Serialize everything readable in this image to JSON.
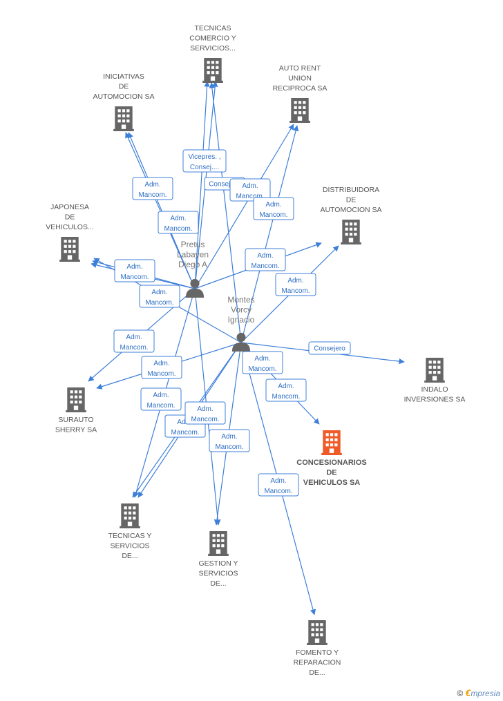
{
  "companies": [
    {
      "id": "tecnicas_comercio",
      "lines": [
        "TECNICAS",
        "COMERCIO Y",
        "SERVICIOS..."
      ],
      "color": "#666666"
    },
    {
      "id": "iniciativas",
      "lines": [
        "INICIATIVAS",
        "DE",
        "AUTOMOCION SA"
      ],
      "color": "#666666"
    },
    {
      "id": "auto_rent",
      "lines": [
        "AUTO RENT",
        "UNION",
        "RECIPROCA SA"
      ],
      "color": "#666666"
    },
    {
      "id": "distribuidora",
      "lines": [
        "DISTRIBUIDORA",
        "DE",
        "AUTOMOCION SA"
      ],
      "color": "#666666"
    },
    {
      "id": "japonesa",
      "lines": [
        "JAPONESA",
        "DE",
        "VEHICULOS..."
      ],
      "color": "#666666"
    },
    {
      "id": "indalo",
      "lines": [
        "INDALO",
        "INVERSIONES SA"
      ],
      "color": "#666666"
    },
    {
      "id": "urauto",
      "lines": [
        "SURAUTO",
        "SHERRY SA"
      ],
      "color": "#666666"
    },
    {
      "id": "concesionarios",
      "lines": [
        "CONCESIONARIOS",
        "DE",
        "VEHICULOS SA"
      ],
      "color": "#f05a28",
      "main": true
    },
    {
      "id": "tecnicas_servicios",
      "lines": [
        "TECNICAS Y",
        "SERVICIOS",
        "DE..."
      ],
      "color": "#666666"
    },
    {
      "id": "gestion",
      "lines": [
        "GESTION Y",
        "SERVICIOS",
        "DE..."
      ],
      "color": "#666666"
    },
    {
      "id": "fomento",
      "lines": [
        "FOMENTO Y",
        "REPARACION",
        "DE..."
      ],
      "color": "#666666"
    }
  ],
  "persons": [
    {
      "id": "pretus",
      "lines": [
        "Pretus",
        "Labayen",
        "Diego A"
      ]
    },
    {
      "id": "montes",
      "lines": [
        "Montes",
        "Vorcy",
        "Ignacio"
      ]
    }
  ],
  "edge_labels": [
    {
      "id": "l1",
      "lines": [
        "Vicepres. ,",
        "Consej...."
      ]
    },
    {
      "id": "l2",
      "lines": [
        "Consejero"
      ]
    },
    {
      "id": "l3",
      "lines": [
        "Adm.",
        "Mancom."
      ]
    },
    {
      "id": "l4",
      "lines": [
        "Adm.",
        "Mancom."
      ]
    },
    {
      "id": "l5",
      "lines": [
        "Adm.",
        "Mancom."
      ]
    },
    {
      "id": "l6",
      "lines": [
        "Adm.",
        "Mancom."
      ]
    },
    {
      "id": "l7",
      "lines": [
        "Adm.",
        "Mancom."
      ]
    },
    {
      "id": "l8",
      "lines": [
        "Adm.",
        "Mancom."
      ]
    },
    {
      "id": "l9",
      "lines": [
        "Adm.",
        "Mancom."
      ]
    },
    {
      "id": "l10",
      "lines": [
        "Adm.",
        "Mancom."
      ]
    },
    {
      "id": "l11",
      "lines": [
        "Adm.",
        "Mancom."
      ]
    },
    {
      "id": "l12",
      "lines": [
        "Consejero"
      ]
    },
    {
      "id": "l13",
      "lines": [
        "Adm.",
        "Mancom."
      ]
    },
    {
      "id": "l14",
      "lines": [
        "Adm.",
        "Mancom."
      ]
    },
    {
      "id": "l15",
      "lines": [
        "Adm.",
        "Mancom."
      ]
    },
    {
      "id": "l16",
      "lines": [
        "Adm.",
        "Mancom."
      ]
    },
    {
      "id": "l17",
      "lines": [
        "Adm.",
        "Mancom."
      ]
    },
    {
      "id": "l18",
      "lines": [
        "Adm.",
        "Mancom."
      ]
    },
    {
      "id": "l19",
      "lines": [
        "Adm.",
        "Mancom."
      ]
    },
    {
      "id": "l20",
      "lines": [
        "Adm.",
        "Mancom."
      ]
    },
    {
      "id": "l21",
      "lines": [
        "Adm.",
        "Mancom."
      ]
    },
    {
      "id": "l22",
      "lines": [
        "Adm.",
        "Mancom."
      ]
    }
  ],
  "logo": {
    "copyright": "©",
    "e": "€",
    "rest": "mpresia"
  }
}
